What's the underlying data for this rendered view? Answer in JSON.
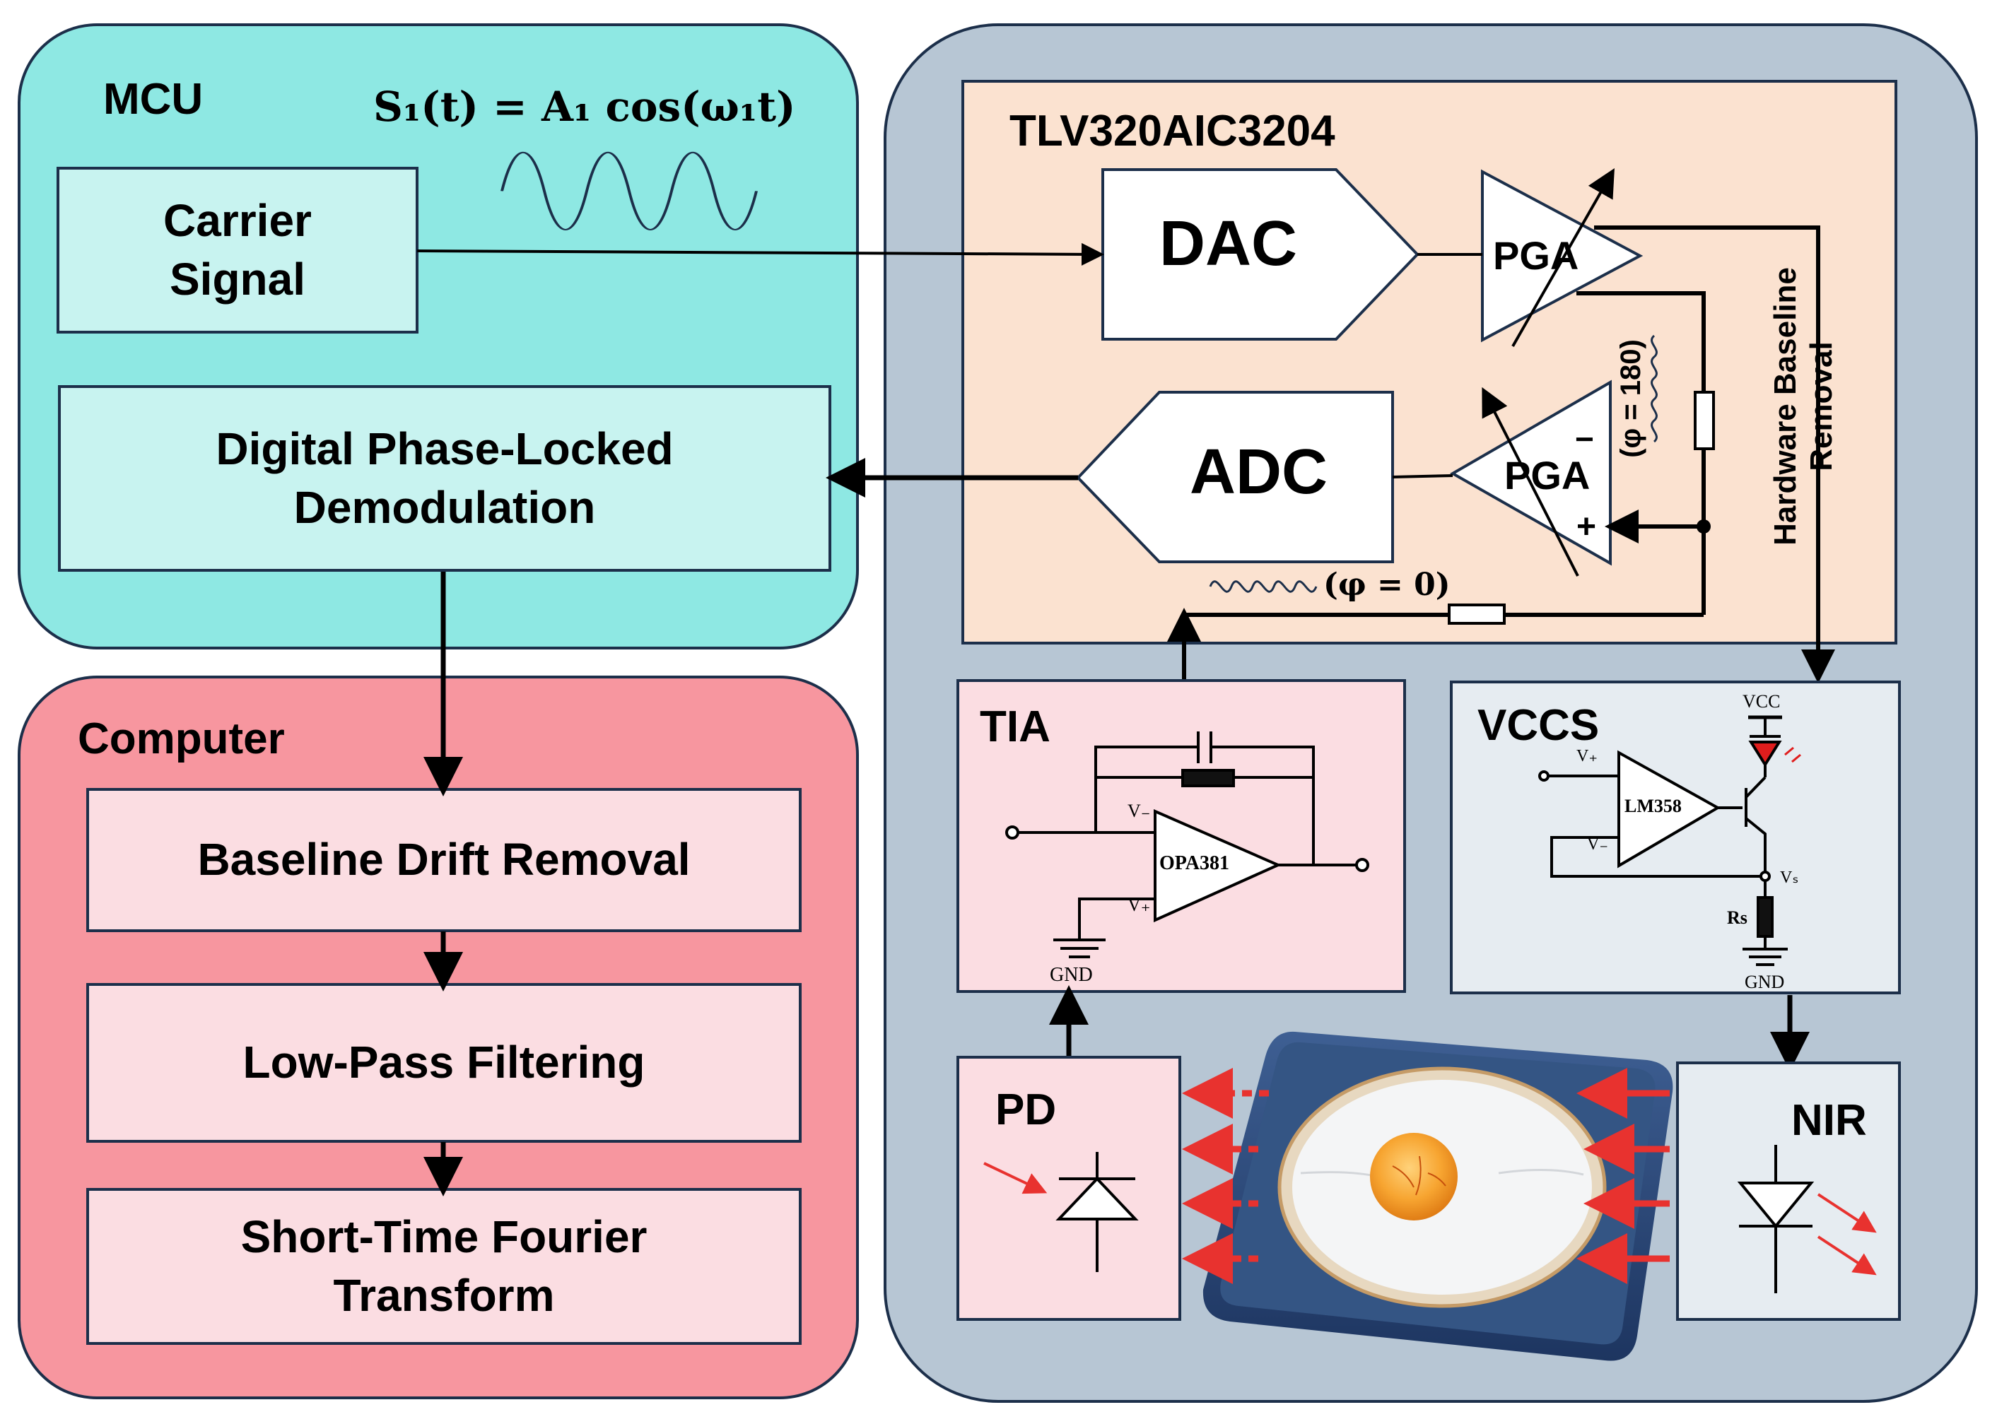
{
  "mcu": {
    "title": "MCU",
    "equation": "S₁(t) = A₁ cos(ω₁t)",
    "carrier_line1": "Carrier",
    "carrier_line2": "Signal",
    "dpld_line1": "Digital Phase-Locked",
    "dpld_line2": "Demodulation"
  },
  "computer": {
    "title": "Computer",
    "step1": "Baseline Drift Removal",
    "step2": "Low-Pass Filtering",
    "step3_line1": "Short-Time Fourier",
    "step3_line2": "Transform"
  },
  "codec": {
    "title": "TLV320AIC3204",
    "dac": "DAC",
    "adc": "ADC",
    "pga_top": "PGA",
    "pga_bottom": "PGA",
    "minus": "−",
    "plus": "+",
    "phase_180": "(φ = 180)",
    "phase_0": "(φ = 0)",
    "baseline_line1": "Hardware Baseline",
    "baseline_line2": "Removal"
  },
  "tia": {
    "title": "TIA",
    "opamp": "OPA381",
    "v_minus": "V₋",
    "v_plus": "V₊",
    "gnd": "GND"
  },
  "vccs": {
    "title": "VCCS",
    "opamp": "LM358",
    "vcc": "VCC",
    "v_plus": "V₊",
    "v_minus": "V₋",
    "vs": "Vₛ",
    "rs": "Rs",
    "gnd": "GND"
  },
  "pd": {
    "title": "PD"
  },
  "nir": {
    "title": "NIR"
  },
  "colors": {
    "mcu_bg": "#8ee8e3",
    "mcu_box": "#c8f3f0",
    "computer_bg": "#f7969f",
    "computer_box": "#fbdde2",
    "right_bg": "#b7c6d4",
    "codec_bg": "#fbe2d0",
    "tia_bg": "#fbdde2",
    "vccs_bg": "#e6ecf1",
    "arrow_red": "#e8322f"
  }
}
